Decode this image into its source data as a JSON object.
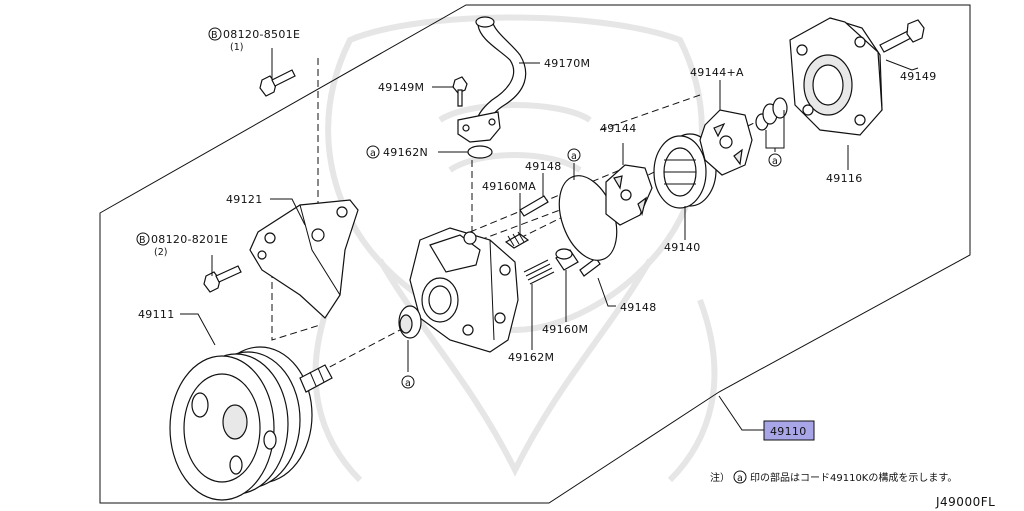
{
  "diagram": {
    "callout_labels": {
      "p49170m": "49170M",
      "p49149m": "49149M",
      "p49162n": "49162N",
      "p49148_top": "49148",
      "p49160ma": "49160MA",
      "p49144": "49144",
      "p49144a": "49144+A",
      "p49149": "49149",
      "p49116": "49116",
      "p49140": "49140",
      "p49148_low": "49148",
      "p49160m": "49160M",
      "p49162m": "49162M",
      "p49121": "49121",
      "p49111": "49111",
      "bolt1_code": "08120-8501E",
      "bolt1_qty": "(1)",
      "bolt2_code": "08120-8201E",
      "bolt2_qty": "(2)"
    },
    "marks": {
      "bolt_symbol": "B",
      "kit_symbol": "a"
    },
    "assembly_box_label": "49110",
    "highlight_color": "#a9a6e8",
    "note_prefix": "注）",
    "note_text": "印の部品はコード49110Kの構成を示します。",
    "figure_code": "J49000FL"
  }
}
